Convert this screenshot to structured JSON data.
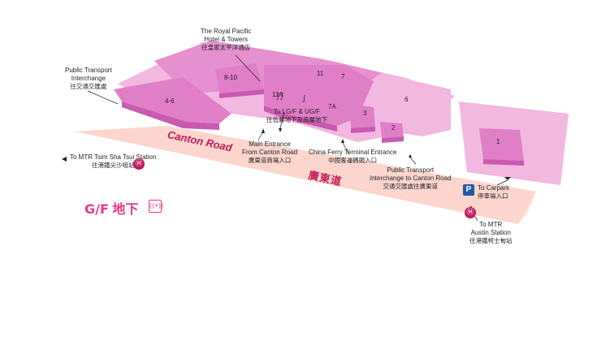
{
  "floor": {
    "label": "G/F",
    "label_zh": "地下"
  },
  "roads": {
    "canton_road_en": "Canton Road",
    "canton_road_zh": "廣東道"
  },
  "shops": [
    "4-6",
    "8-10",
    "11A",
    "11",
    "7",
    "7A",
    "3",
    "2",
    "1",
    "6"
  ],
  "labels": {
    "royal_pacific": {
      "en1": "The Royal Pacific",
      "en2": "Hotel & Towers",
      "zh": "往皇家太平洋酒店"
    },
    "public_transport_top": {
      "en1": "Public Transport",
      "en2": "Interchange",
      "zh": "往交通交匯處"
    },
    "lg_ug": {
      "en": "To LG/F & UG/F",
      "zh": "往低層地下及高層地下"
    },
    "main_entrance": {
      "en1": "Main Entrance",
      "en2": "From Canton Road",
      "zh": "廣東道商場入口"
    },
    "china_ferry": {
      "en": "China Ferry Terminal Entrance",
      "zh": "中國客運碼頭入口"
    },
    "public_transport_road": {
      "en1": "Public Transport",
      "en2": "Interchange to Canton Road",
      "zh": "交通交匯處往廣東道"
    },
    "tst": {
      "en": "To MTR Tsim Sha Tsui Station",
      "zh": "往港鐵尖沙咀站"
    },
    "carpark": {
      "en": "To Carpark",
      "zh": "停車場入口"
    },
    "austin": {
      "en1": "To MTR",
      "en2": "Austin Station",
      "zh": "往港鐵柯士甸站"
    }
  },
  "icons": {
    "mtr": "mtr-logo-icon",
    "parking": "P",
    "wifi": "wifi-icon"
  },
  "colors": {
    "mall": "#e07fc6",
    "mall_dark": "#c95ab0",
    "mall_light": "#f2b8df",
    "road": "#fcd5cc",
    "accent": "#e8388a"
  }
}
